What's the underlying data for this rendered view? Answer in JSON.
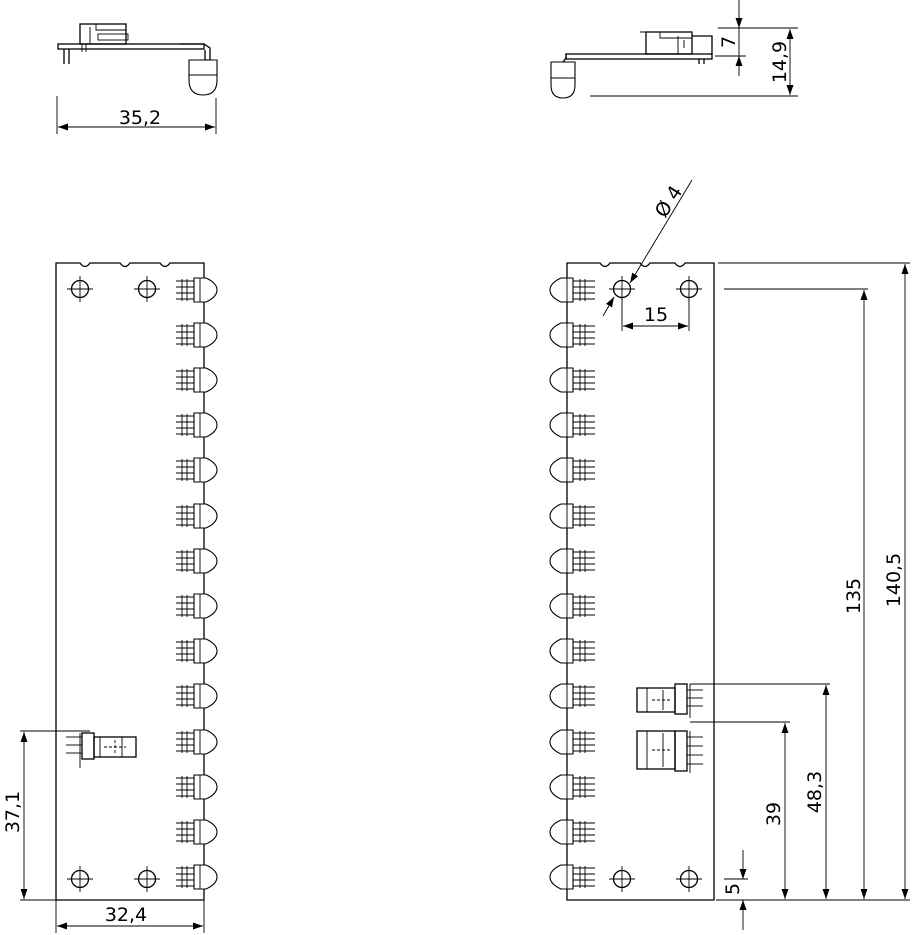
{
  "dimensions": {
    "top_left_width": "35,2",
    "top_right_small": "7",
    "top_right_height": "14,9",
    "hole_diameter": "Ø 4",
    "hole_spacing": "15",
    "bottom_left_width": "32,4",
    "left_connector_height": "37,1",
    "board_height": "140,5",
    "hole_height": "135",
    "upper_connector_height": "48,3",
    "lower_connector_height": "39",
    "bottom_hole_height": "5"
  },
  "led_count": 14
}
